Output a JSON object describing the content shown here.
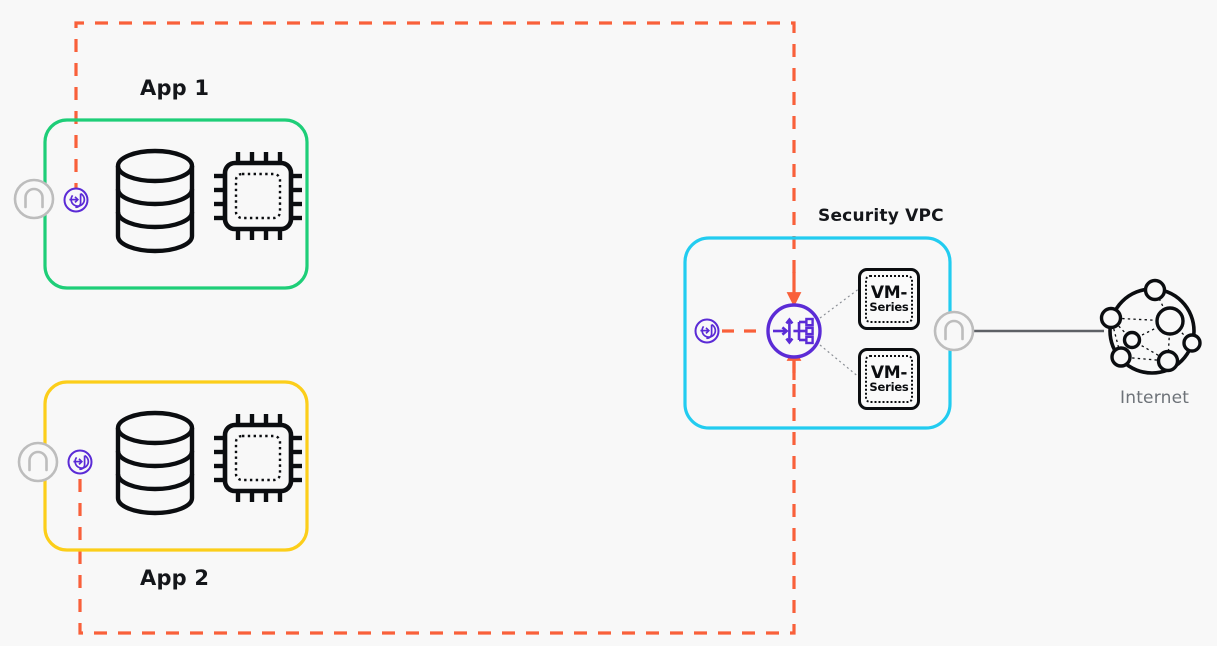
{
  "diagram": {
    "title_app1": "App 1",
    "title_app2": "App 2",
    "title_security_vpc": "Security VPC",
    "label_internet": "Internet",
    "vm_line1": "VM-",
    "vm_line2": "Series",
    "colors": {
      "background": "#f8f8f8",
      "app1_border": "#1ECE78",
      "app2_border": "#FCCE1A",
      "security_vpc_border": "#22CCF0",
      "traffic_path": "#F9603A",
      "purple_accent": "#5B2BD6",
      "gateway_gray": "#BDBDBD",
      "internet_gray": "#6d7278",
      "icon_black": "#0b0d10"
    },
    "zones": [
      {
        "name": "app-1",
        "label": "App 1",
        "border_color": "#1ECE78"
      },
      {
        "name": "app-2",
        "label": "App 2",
        "border_color": "#FCCE1A"
      },
      {
        "name": "security-vpc",
        "label": "Security VPC",
        "border_color": "#22CCF0"
      }
    ],
    "firewalls": [
      {
        "name": "vm-series-1",
        "line1": "VM-",
        "line2": "Series"
      },
      {
        "name": "vm-series-2",
        "line1": "VM-",
        "line2": "Series"
      }
    ],
    "icons": {
      "app1_database": "database-icon",
      "app1_compute": "compute-chip-icon",
      "app2_database": "database-icon",
      "app2_compute": "compute-chip-icon",
      "app1_gateway": "gateway-arch-icon",
      "app1_attachment": "vpc-attachment-icon",
      "app2_gateway": "gateway-arch-icon",
      "app2_attachment": "vpc-attachment-icon",
      "svpc_attachment": "vpc-attachment-icon",
      "load_balancer": "load-balancer-icon",
      "svpc_gateway": "gateway-arch-icon",
      "internet": "internet-globe-icon"
    }
  }
}
